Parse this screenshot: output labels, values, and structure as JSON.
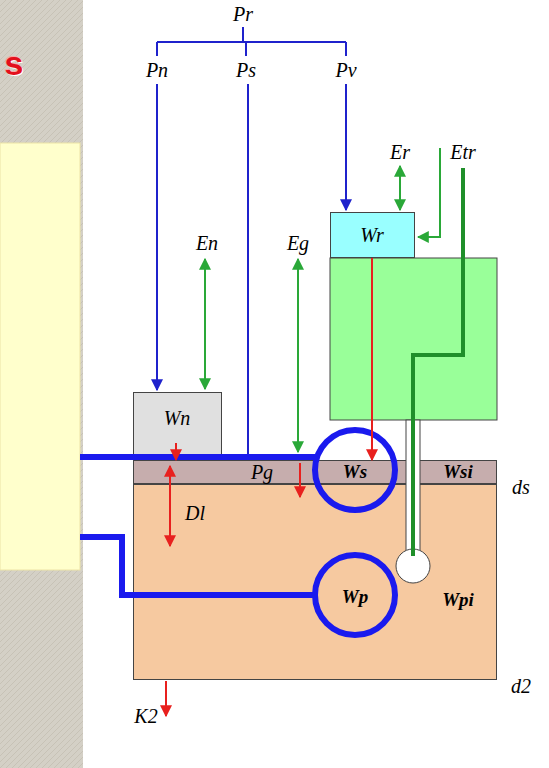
{
  "diagram": {
    "nodes": [
      {
        "text": [
          "Wr"
        ]
      },
      {
        "text": [
          "Wn"
        ]
      },
      {
        "text": [
          "Pg",
          "Ws",
          "Wsi"
        ]
      },
      {
        "text": [
          "Dl",
          "Wp",
          "Wpi"
        ]
      }
    ],
    "edges": [
      {
        "from": 0,
        "to": 2,
        "arrow": "to"
      },
      {
        "from": 1,
        "to": 2,
        "arrow": "to"
      },
      {
        "from": 2,
        "to": 3,
        "arrow": "both"
      }
    ],
    "labels": [
      "s",
      "Pr",
      "Pn",
      "Ps",
      "Pv",
      "Er",
      "Etr",
      "En",
      "Eg",
      "ds",
      "d2",
      "K2"
    ]
  }
}
